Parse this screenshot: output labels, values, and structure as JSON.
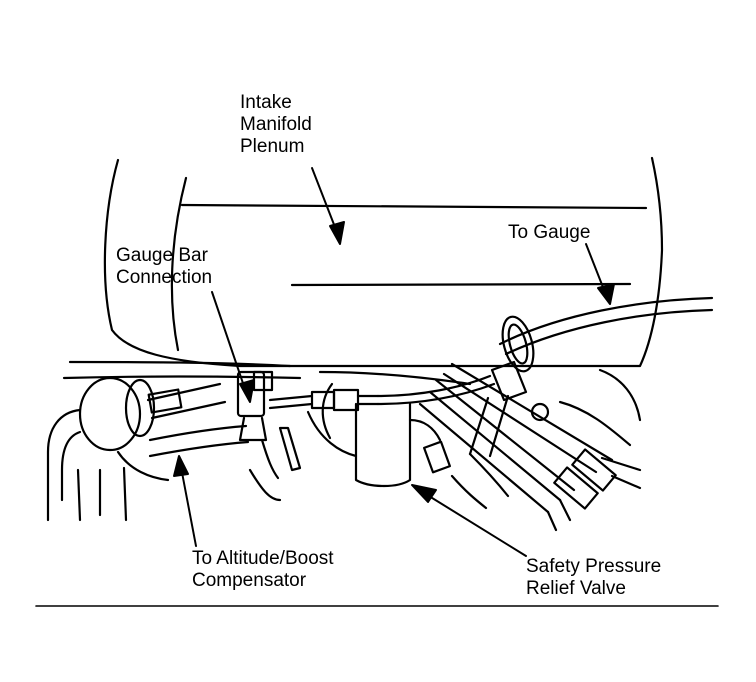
{
  "labels": {
    "plenum": [
      "Intake",
      "Manifold",
      "Plenum"
    ],
    "to_gauge": [
      "To Gauge"
    ],
    "gauge_bar": [
      "Gauge Bar",
      "Connection"
    ],
    "altitude": [
      "To Altitude/Boost",
      "Compensator"
    ],
    "relief": [
      "Safety Pressure",
      "Relief Valve"
    ]
  },
  "colors": {
    "ink": "#000000",
    "paper": "#ffffff"
  }
}
